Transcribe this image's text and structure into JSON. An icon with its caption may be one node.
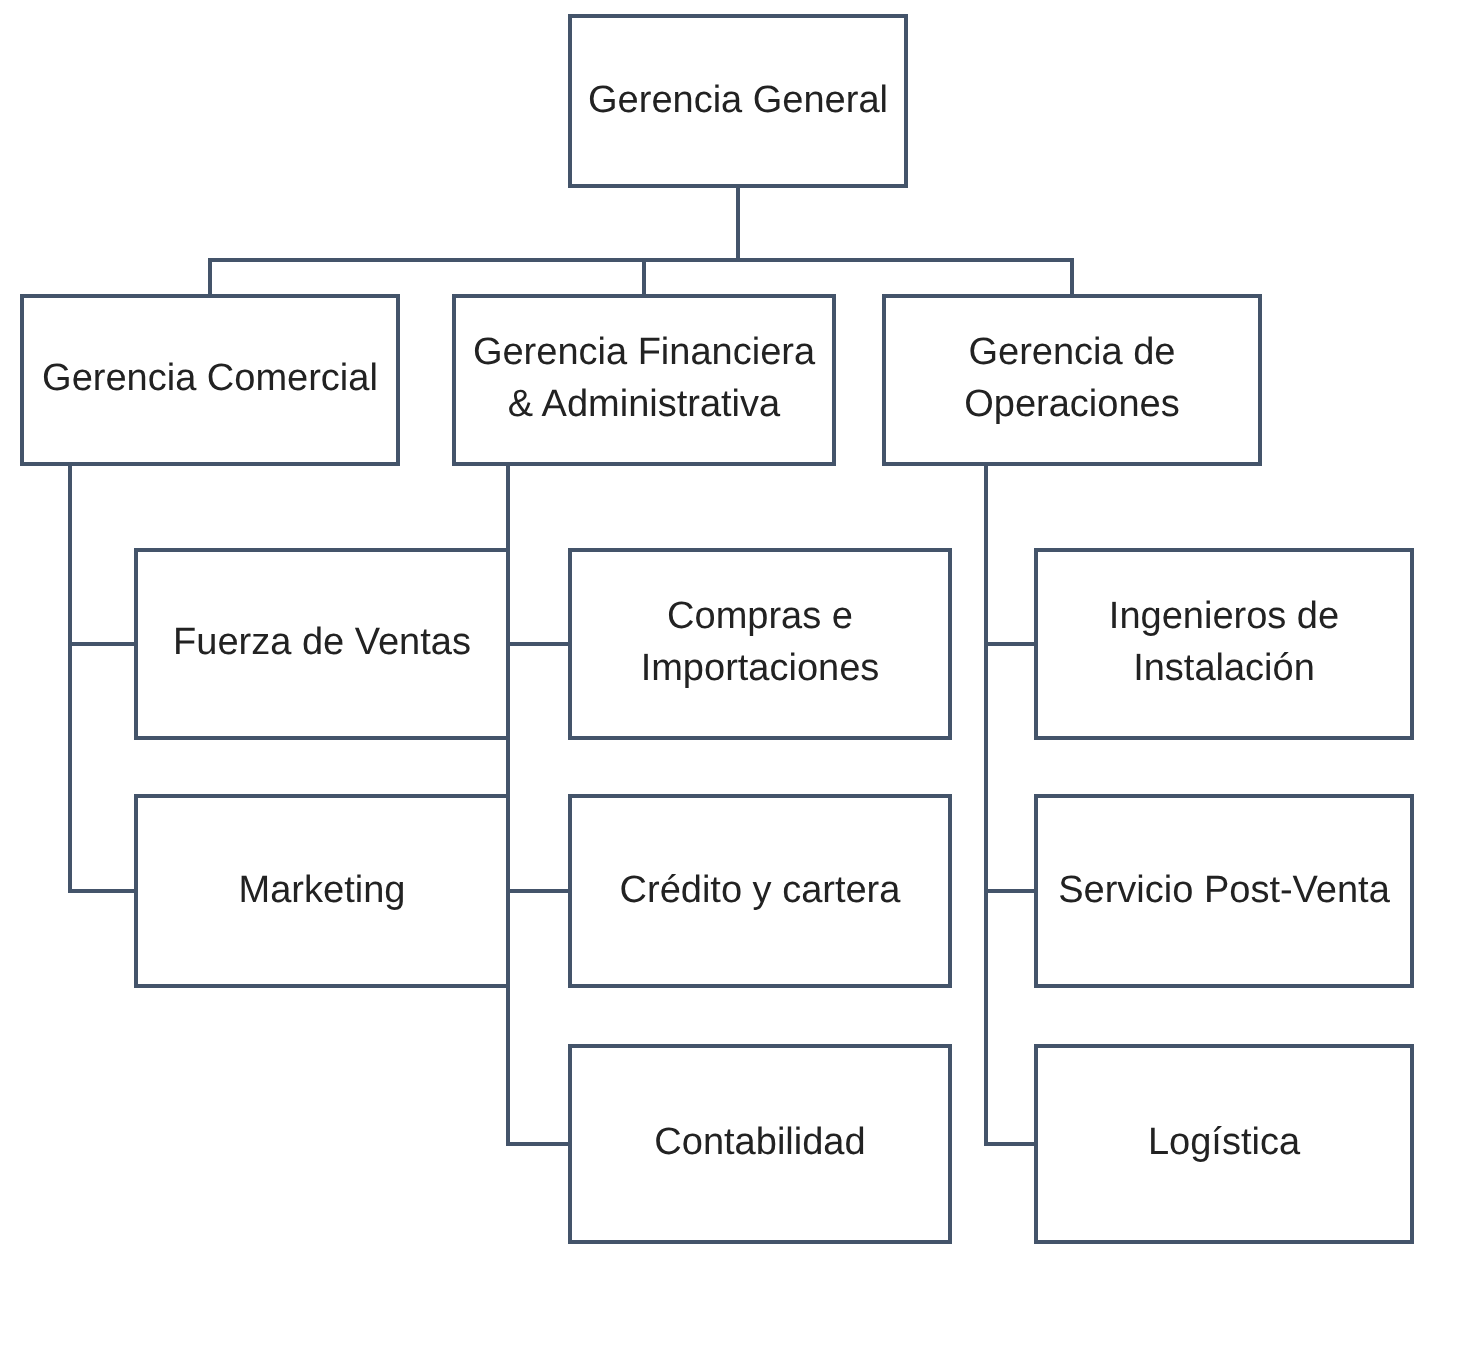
{
  "diagram": {
    "nodes": [
      {
        "text": [
          "Gerencia General"
        ]
      },
      {
        "text": [
          "Gerencia Comercial"
        ]
      },
      {
        "text": [
          "Gerencia Financiera & Administrativa"
        ]
      },
      {
        "text": [
          "Gerencia de Operaciones"
        ]
      },
      {
        "text": [
          "Fuerza de Ventas"
        ]
      },
      {
        "text": [
          "Marketing"
        ]
      },
      {
        "text": [
          "Compras e Importaciones"
        ]
      },
      {
        "text": [
          "Crédito y cartera"
        ]
      },
      {
        "text": [
          "Contabilidad"
        ]
      },
      {
        "text": [
          "Ingenieros de Instalación"
        ]
      },
      {
        "text": [
          "Servicio Post-Venta"
        ]
      },
      {
        "text": [
          "Logística"
        ]
      }
    ],
    "edges": [
      {
        "from": 0,
        "to": 1,
        "arrow": "none"
      },
      {
        "from": 0,
        "to": 2,
        "arrow": "none"
      },
      {
        "from": 0,
        "to": 3,
        "arrow": "none"
      },
      {
        "from": 1,
        "to": 4,
        "arrow": "none"
      },
      {
        "from": 1,
        "to": 5,
        "arrow": "none"
      },
      {
        "from": 2,
        "to": 6,
        "arrow": "none"
      },
      {
        "from": 2,
        "to": 7,
        "arrow": "none"
      },
      {
        "from": 2,
        "to": 8,
        "arrow": "none"
      },
      {
        "from": 3,
        "to": 9,
        "arrow": "none"
      },
      {
        "from": 3,
        "to": 10,
        "arrow": "none"
      },
      {
        "from": 3,
        "to": 11,
        "arrow": "none"
      }
    ]
  }
}
